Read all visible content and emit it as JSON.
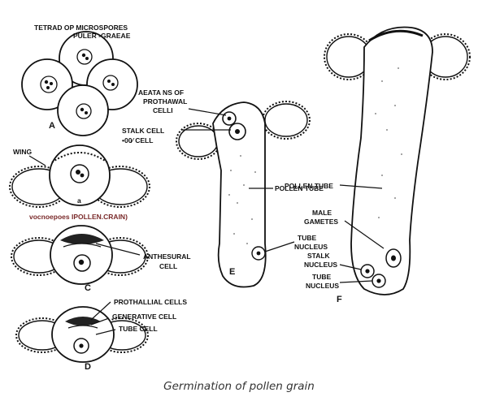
{
  "labels": {
    "tetrad_title": "TETRAD OP MICROSPORES",
    "tetrad_sub": "PULER -GRAEAE",
    "A": "A",
    "wing": "WING",
    "small_a": "a",
    "pollen_grain": "vocnoepoes IPOLLEN.CRAIN)",
    "anthesural": "ANTHESURAL",
    "anthesural_cell": "CELL",
    "C": "C",
    "prothallial_cells": "PROTHALLIAL CELLS",
    "generative_cell": "GENERATIVE CELL",
    "tube_cell": "TUBE CELL",
    "D": "D",
    "aeata_1": "AEATA NS OF",
    "aeata_2": "PROTHAWAL",
    "aeata_3": "CELLI",
    "stalk_cell": "STALK CELL",
    "cell_00": "•00⁄ CELL",
    "pollen_tube_e": "POLLEN TUBE",
    "tube_1": "TUBE",
    "nucleus_1": "NUCLEUS",
    "E": "E",
    "pollen_tube_f": "POLLEN TUBE",
    "male": "MALE",
    "gametes": "GAMETES",
    "stalk_2": "STALK",
    "nucleus_2": "NUCLEUS",
    "tube_2": "TUBE",
    "nucleus_3": "NUCLEUS",
    "F": "F"
  },
  "caption": "Germination of pollen grain"
}
